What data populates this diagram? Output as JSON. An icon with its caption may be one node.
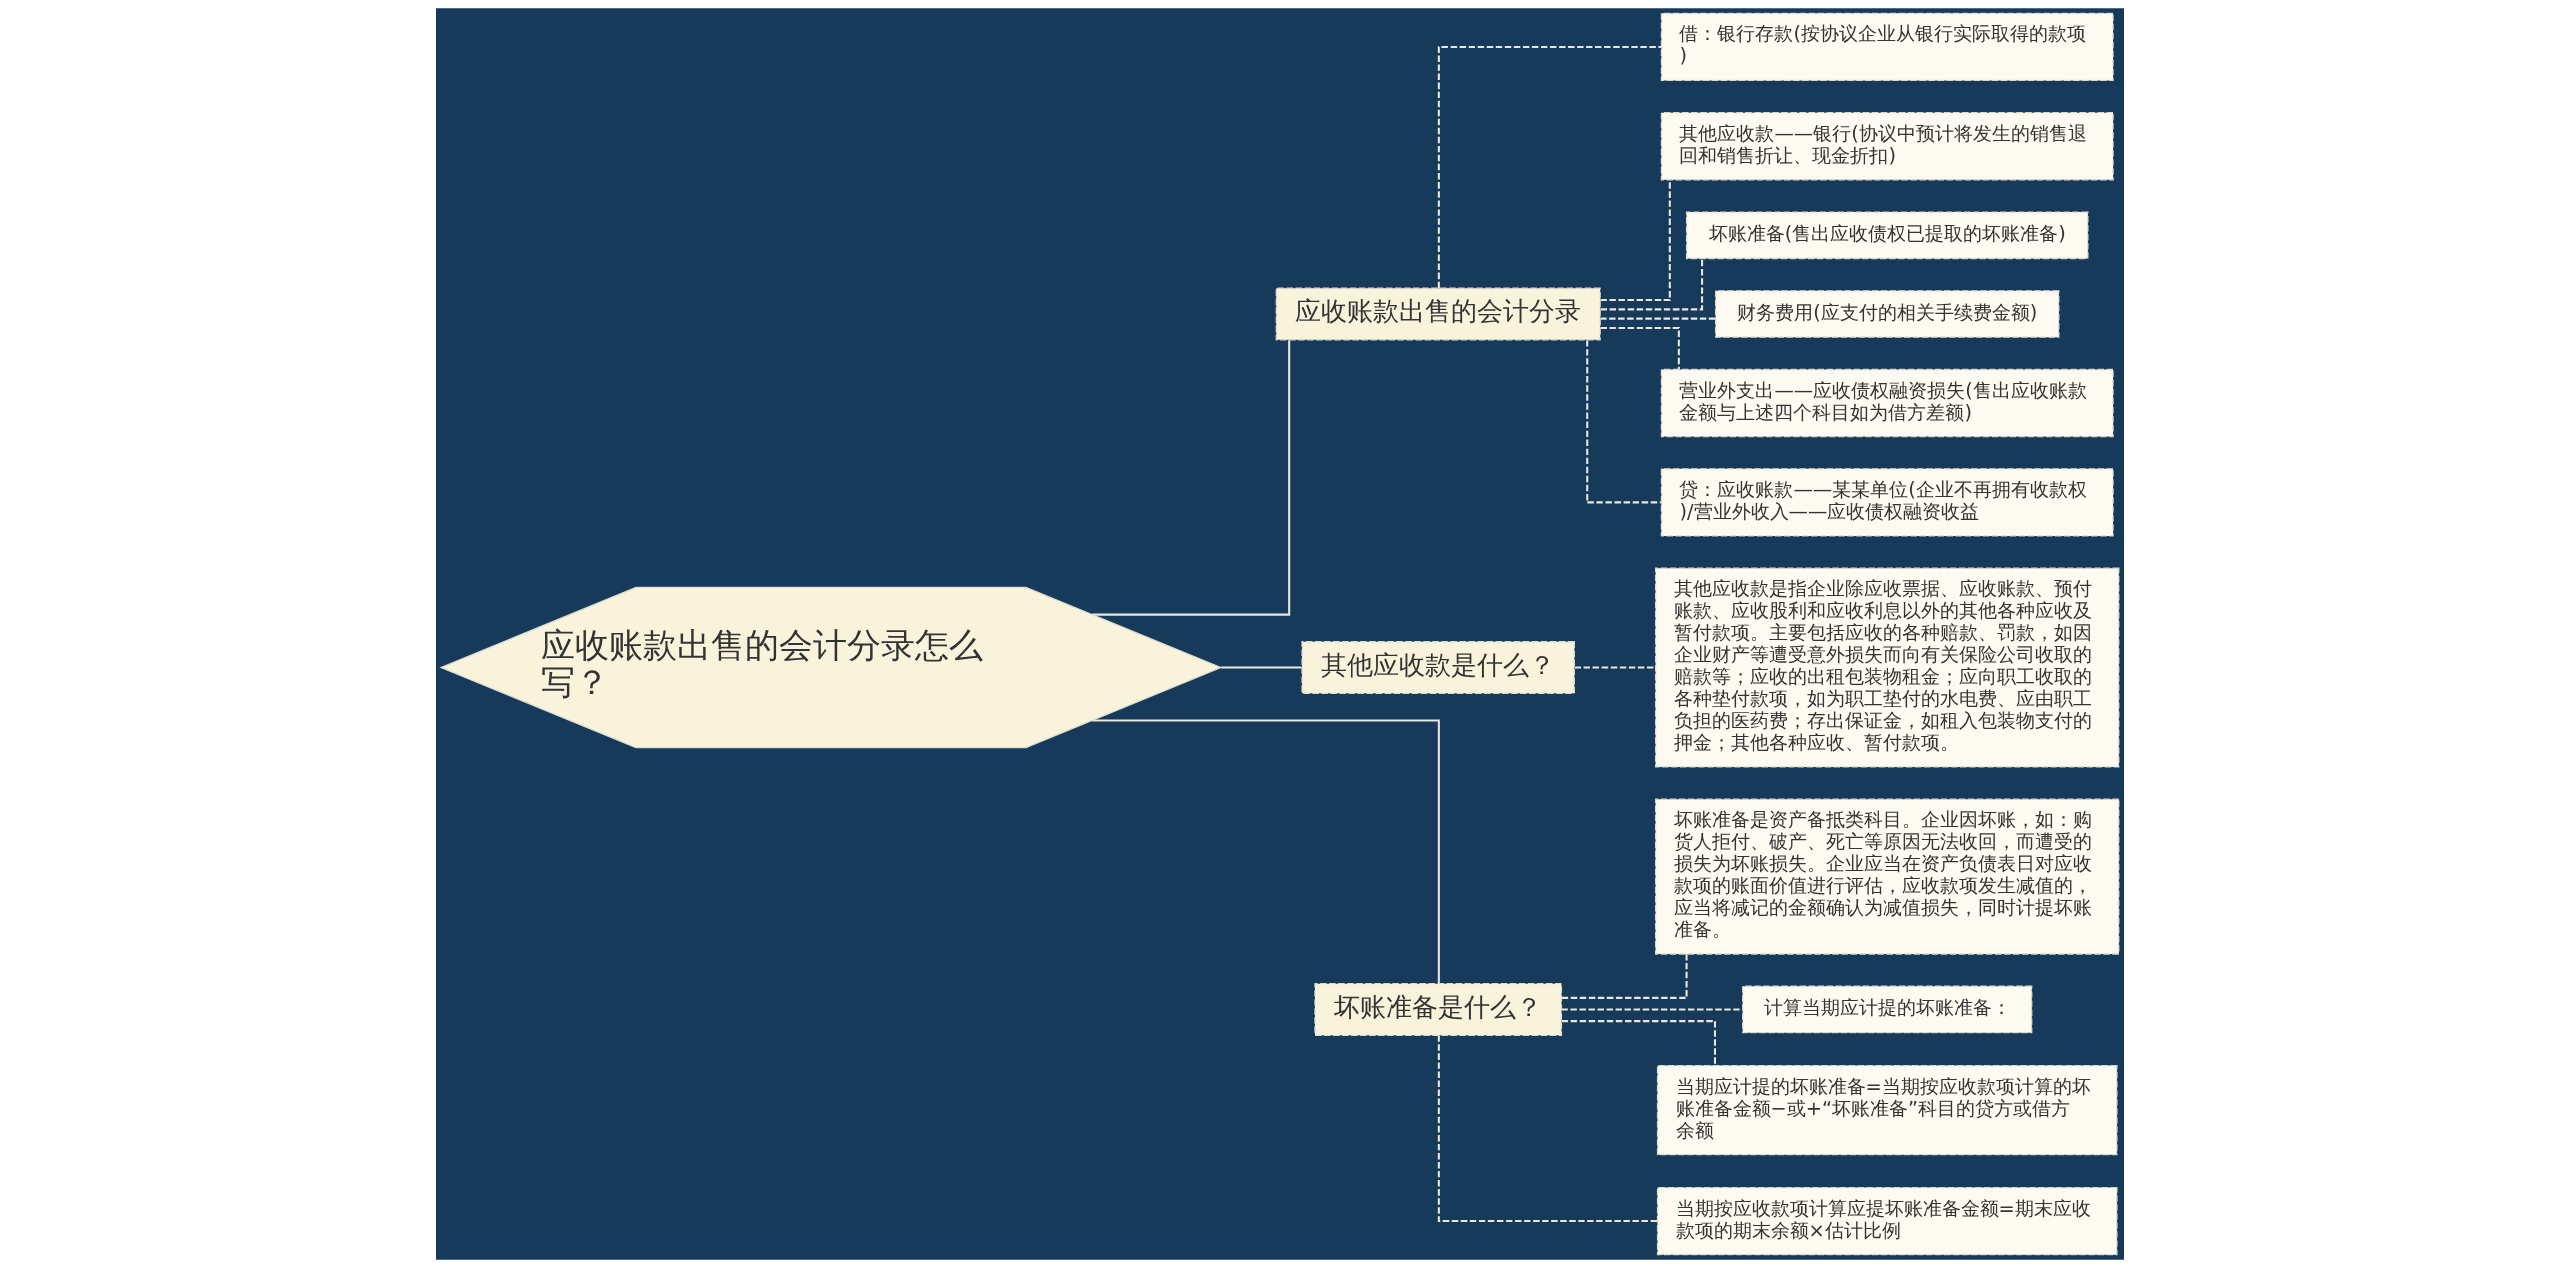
{
  "diagram": {
    "nodes": [
      {
        "text": [
          "应收账款出售的会计分录怎么写？"
        ]
      },
      {
        "text": [
          "应收账款出售的会计分录"
        ]
      },
      {
        "text": [
          "借：银行存款(按协议企业从银行实际取得的款项)"
        ]
      },
      {
        "text": [
          "其他应收款——银行(协议中预计将发生的销售退回和销售折让、现金折扣)"
        ]
      },
      {
        "text": [
          "坏账准备(售出应收债权已提取的坏账准备)"
        ]
      },
      {
        "text": [
          "财务费用(应支付的相关手续费金额)"
        ]
      },
      {
        "text": [
          "营业外支出——应收债权融资损失(售出应收账款金额与上述四个科目如为借方差额)"
        ]
      },
      {
        "text": [
          "贷：应收账款——某某单位(企业不再拥有收款权)/营业外收入——应收债权融资收益"
        ]
      },
      {
        "text": [
          "其他应收款是什么？"
        ]
      },
      {
        "text": [
          "其他应收款是指企业除应收票据、应收账款、预付账款、应收股利和应收利息以外的其他各种应收及暂付款项。主要包括应收的各种赔款、罚款，如因企业财产等遭受意外损失而向有关保险公司收取的赔款等；应收的出租包装物租金；应向职工收取的各种垫付款项，如为职工垫付的水电费、应由职工负担的医药费；存出保证金，如租入包装物支付的押金；其他各种应收、暂付款项。"
        ]
      },
      {
        "text": [
          "坏账准备是什么？"
        ]
      },
      {
        "text": [
          "坏账准备是资产备抵类科目。企业因坏账，如：购货人拒付、破产、死亡等原因无法收回，而遭受的损失为坏账损失。企业应当在资产负债表日对应收款项的账面价值进行评估，应收款项发生减值的，应当将减记的金额确认为减值损失，同时计提坏账准备。"
        ]
      },
      {
        "text": [
          "计算当期应计提的坏账准备："
        ]
      },
      {
        "text": [
          "当期应计提的坏账准备=当期按应收款项计算的坏账准备金额−或+“坏账准备”科目的贷方或借方余额"
        ]
      },
      {
        "text": [
          "当期按应收款项计算应提坏账准备金额=期末应收款项的期末余额×估计比例"
        ]
      }
    ],
    "edges": [
      {
        "from": 0,
        "to": 1,
        "arrow": "none"
      },
      {
        "from": 1,
        "to": 2,
        "arrow": "none",
        "style": "dashed"
      },
      {
        "from": 1,
        "to": 3,
        "arrow": "none",
        "style": "dashed"
      },
      {
        "from": 1,
        "to": 4,
        "arrow": "none",
        "style": "dashed"
      },
      {
        "from": 1,
        "to": 5,
        "arrow": "none",
        "style": "dashed"
      },
      {
        "from": 1,
        "to": 6,
        "arrow": "none",
        "style": "dashed"
      },
      {
        "from": 1,
        "to": 7,
        "arrow": "none",
        "style": "dashed"
      },
      {
        "from": 0,
        "to": 8,
        "arrow": "none"
      },
      {
        "from": 8,
        "to": 9,
        "arrow": "none",
        "style": "dashed"
      },
      {
        "from": 0,
        "to": 10,
        "arrow": "none"
      },
      {
        "from": 10,
        "to": 11,
        "arrow": "none",
        "style": "dashed"
      },
      {
        "from": 10,
        "to": 12,
        "arrow": "none",
        "style": "dashed"
      },
      {
        "from": 10,
        "to": 13,
        "arrow": "none",
        "style": "dashed"
      },
      {
        "from": 10,
        "to": 14,
        "arrow": "none",
        "style": "dashed"
      }
    ]
  }
}
